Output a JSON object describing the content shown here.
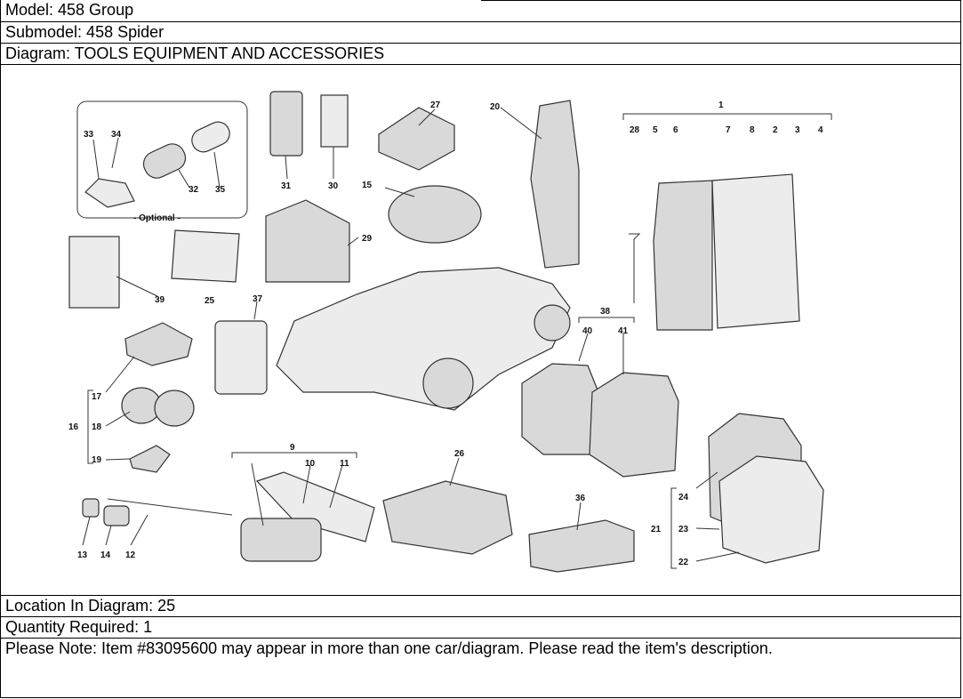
{
  "header": {
    "model": "Model: 458 Group",
    "submodel": "Submodel: 458 Spider",
    "diagram": "Diagram: TOOLS EQUIPMENT AND ACCESSORIES"
  },
  "diagram": {
    "optional_label": "- Optional -",
    "callouts": {
      "c1": "1",
      "c2": "2",
      "c3": "3",
      "c4": "4",
      "c5": "5",
      "c6": "6",
      "c7": "7",
      "c8": "8",
      "c9": "9",
      "c10": "10",
      "c11": "11",
      "c12": "12",
      "c13": "13",
      "c14": "14",
      "c15": "15",
      "c16": "16",
      "c17": "17",
      "c18": "18",
      "c19": "19",
      "c20": "20",
      "c21": "21",
      "c22": "22",
      "c23": "23",
      "c24": "24",
      "c25": "25",
      "c26": "26",
      "c27": "27",
      "c28": "28",
      "c29": "29",
      "c30": "30",
      "c31": "31",
      "c32": "32",
      "c33": "33",
      "c34": "34",
      "c35": "35",
      "c36": "36",
      "c37": "37",
      "c38": "38",
      "c39": "39",
      "c40": "40",
      "c41": "41"
    }
  },
  "footer": {
    "location": "Location In Diagram: 25",
    "quantity": "Quantity Required: 1",
    "note": "Please Note: Item #83095600 may appear in more than one car/diagram. Please read the item's description."
  }
}
